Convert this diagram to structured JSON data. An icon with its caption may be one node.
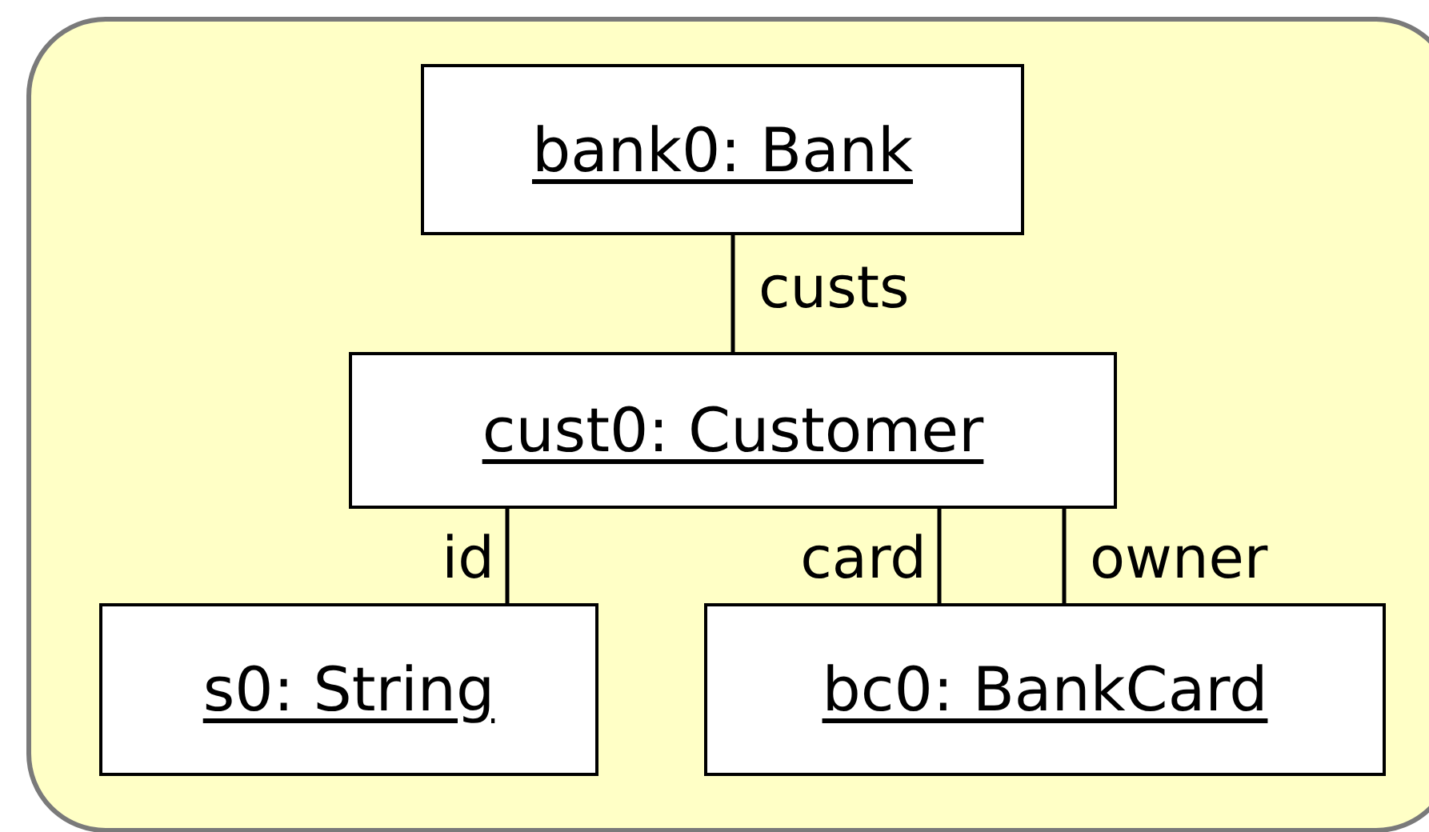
{
  "diagram": {
    "nodes": [
      {
        "text": [
          "bank0: Bank"
        ]
      },
      {
        "text": [
          "cust0: Customer"
        ]
      },
      {
        "text": [
          "s0: String"
        ]
      },
      {
        "text": [
          "bc0: BankCard"
        ]
      }
    ],
    "edges": [
      {
        "from": 1,
        "to": 0,
        "arrow": "none",
        "label": "custs"
      },
      {
        "from": 1,
        "to": 2,
        "arrow": "none",
        "label": "id"
      },
      {
        "from": 1,
        "to": 3,
        "arrow": "none",
        "label": "card"
      },
      {
        "from": 3,
        "to": 1,
        "arrow": "none",
        "label": "owner"
      }
    ]
  }
}
